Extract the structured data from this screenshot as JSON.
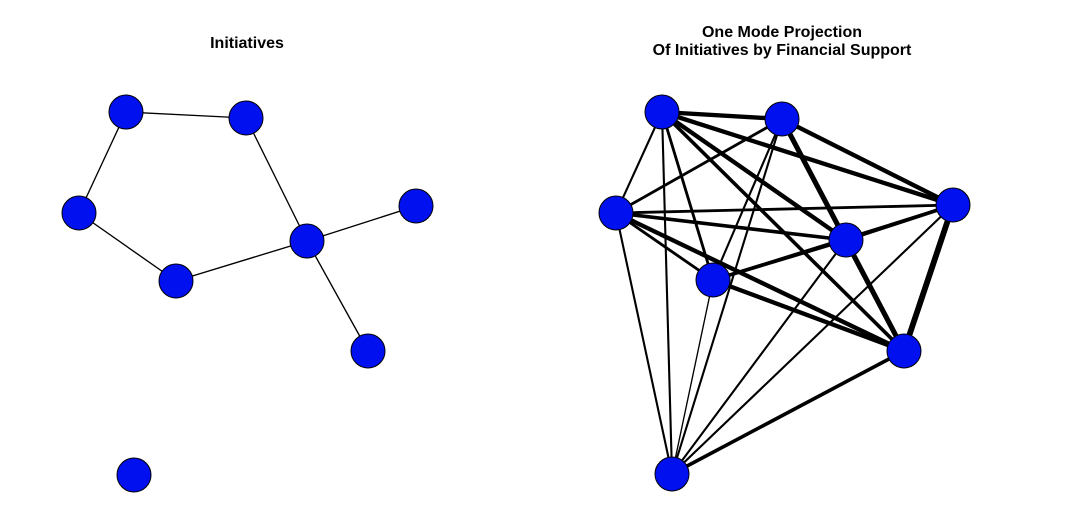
{
  "titles": {
    "left": "Initiatives",
    "right_line1": "One Mode Projection",
    "right_line2": "Of Initiatives by Financial Support"
  },
  "colors": {
    "node": "#0010ee",
    "edge": "#000000",
    "background": "#ffffff"
  },
  "graphs": [
    {
      "name": "initiatives-network",
      "nodes": [
        "n1",
        "n2",
        "n3",
        "n4",
        "n5",
        "n6",
        "n7",
        "n8"
      ],
      "edges": [
        {
          "from": "n1",
          "to": "n2",
          "weight": 1
        },
        {
          "from": "n1",
          "to": "n3",
          "weight": 1
        },
        {
          "from": "n3",
          "to": "n4",
          "weight": 1
        },
        {
          "from": "n4",
          "to": "n5",
          "weight": 1
        },
        {
          "from": "n2",
          "to": "n5",
          "weight": 1
        },
        {
          "from": "n5",
          "to": "n6",
          "weight": 1
        },
        {
          "from": "n5",
          "to": "n7",
          "weight": 1
        }
      ]
    },
    {
      "name": "one-mode-projection",
      "nodes": [
        "m1",
        "m2",
        "m3",
        "m4",
        "m5",
        "m6",
        "m7",
        "m8"
      ],
      "edges": [
        {
          "from": "m1",
          "to": "m2",
          "weight": 5
        },
        {
          "from": "m1",
          "to": "m3",
          "weight": 2
        },
        {
          "from": "m1",
          "to": "m4",
          "weight": 5
        },
        {
          "from": "m1",
          "to": "m5",
          "weight": 5
        },
        {
          "from": "m1",
          "to": "m6",
          "weight": 3
        },
        {
          "from": "m1",
          "to": "m7",
          "weight": 4
        },
        {
          "from": "m1",
          "to": "m8",
          "weight": 2
        },
        {
          "from": "m2",
          "to": "m3",
          "weight": 3
        },
        {
          "from": "m2",
          "to": "m4",
          "weight": 5
        },
        {
          "from": "m2",
          "to": "m5",
          "weight": 3
        },
        {
          "from": "m2",
          "to": "m6",
          "weight": 2
        },
        {
          "from": "m2",
          "to": "m7",
          "weight": 6
        },
        {
          "from": "m2",
          "to": "m8",
          "weight": 2
        },
        {
          "from": "m3",
          "to": "m4",
          "weight": 3
        },
        {
          "from": "m3",
          "to": "m5",
          "weight": 4
        },
        {
          "from": "m3",
          "to": "m6",
          "weight": 3
        },
        {
          "from": "m3",
          "to": "m7",
          "weight": 5
        },
        {
          "from": "m3",
          "to": "m8",
          "weight": 2
        },
        {
          "from": "m4",
          "to": "m5",
          "weight": 4
        },
        {
          "from": "m4",
          "to": "m6",
          "weight": 3
        },
        {
          "from": "m4",
          "to": "m7",
          "weight": 7
        },
        {
          "from": "m4",
          "to": "m8",
          "weight": 2
        },
        {
          "from": "m5",
          "to": "m6",
          "weight": 4
        },
        {
          "from": "m5",
          "to": "m7",
          "weight": 5
        },
        {
          "from": "m5",
          "to": "m8",
          "weight": 2
        },
        {
          "from": "m6",
          "to": "m7",
          "weight": 5
        },
        {
          "from": "m6",
          "to": "m8",
          "weight": 1
        },
        {
          "from": "m7",
          "to": "m8",
          "weight": 4
        }
      ]
    }
  ]
}
